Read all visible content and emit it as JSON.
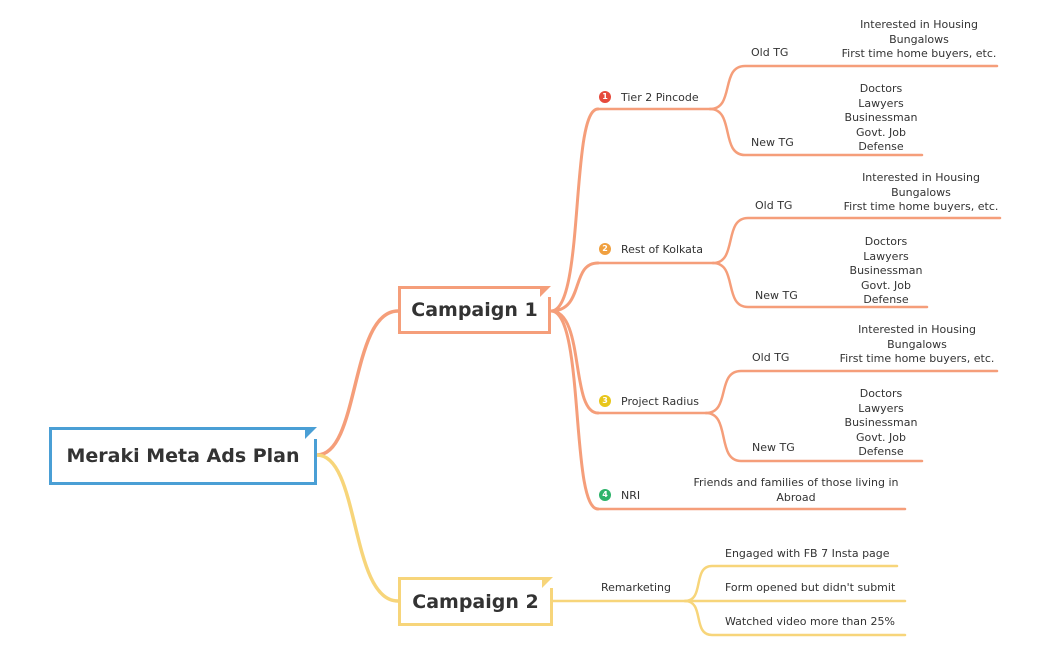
{
  "root": {
    "label": "Meraki Meta Ads Plan"
  },
  "campaign1": {
    "label": "Campaign 1",
    "branches": [
      {
        "num": "1",
        "label": "Tier 2 Pincode",
        "color": "#e64a3c",
        "old_tg": {
          "label": "Old TG",
          "items": [
            "Interested in Housing",
            "Bungalows",
            "First time home buyers, etc."
          ]
        },
        "new_tg": {
          "label": "New TG",
          "items": [
            "Doctors",
            "Lawyers",
            "Businessman",
            "Govt. Job",
            "Defense"
          ]
        }
      },
      {
        "num": "2",
        "label": "Rest of Kolkata",
        "color": "#f0a040",
        "old_tg": {
          "label": "Old TG",
          "items": [
            "Interested in Housing",
            "Bungalows",
            "First time home buyers, etc."
          ]
        },
        "new_tg": {
          "label": "New TG",
          "items": [
            "Doctors",
            "Lawyers",
            "Businessman",
            "Govt. Job",
            "Defense"
          ]
        }
      },
      {
        "num": "3",
        "label": "Project Radius",
        "color": "#e8c61a",
        "old_tg": {
          "label": "Old TG",
          "items": [
            "Interested in Housing",
            "Bungalows",
            "First time home buyers, etc."
          ]
        },
        "new_tg": {
          "label": "New TG",
          "items": [
            "Doctors",
            "Lawyers",
            "Businessman",
            "Govt. Job",
            "Defense"
          ]
        }
      },
      {
        "num": "4",
        "label": "NRI",
        "color": "#2db36a",
        "leaf": {
          "items": [
            "Friends and families of those living in",
            "Abroad"
          ]
        }
      }
    ]
  },
  "campaign2": {
    "label": "Campaign 2",
    "branch": {
      "label": "Remarketing",
      "items": [
        "Engaged with FB 7 Insta page",
        "Form opened but didn't submit",
        "Watched video more than 25%"
      ]
    }
  },
  "colors": {
    "root": "#4a9fd5",
    "campaign1": "#f59e7a",
    "campaign2": "#f7d57a"
  }
}
